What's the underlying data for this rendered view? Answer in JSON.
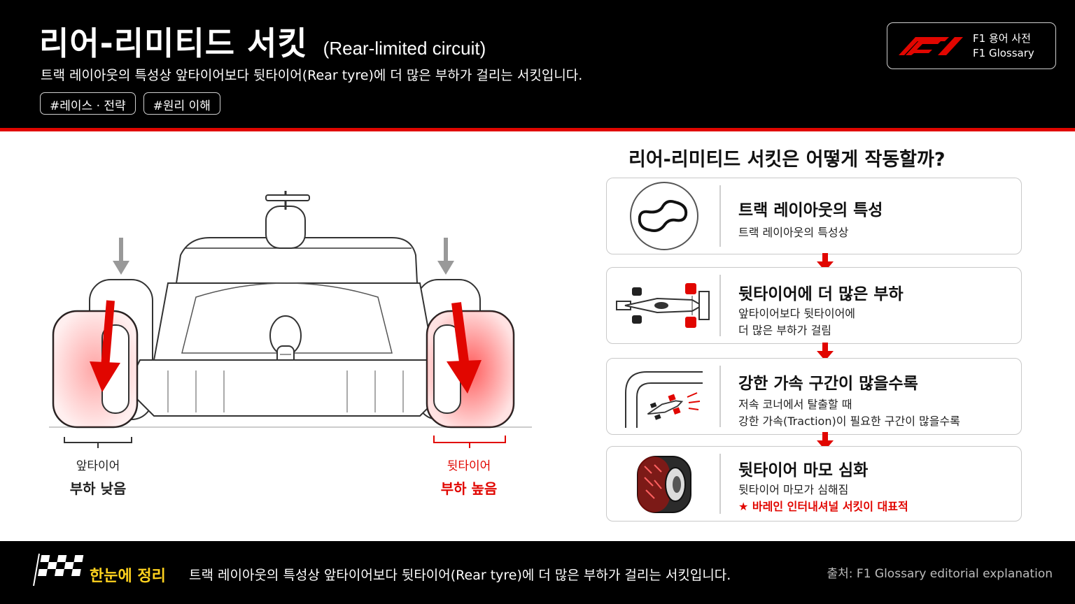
{
  "header": {
    "title": "리어-리미티드 서킷",
    "title_en": "(Rear-limited circuit)",
    "subtitle": "트랙 레이아웃의 특성상 앞타이어보다 뒷타이어(Rear tyre)에 더 많은 부하가 걸리는 서킷입니다.",
    "tags": [
      "#레이스 · 전략",
      "#원리 이해"
    ],
    "glossary": {
      "line1": "F1 용어 사전",
      "line2": "F1 Glossary"
    }
  },
  "car": {
    "front_label": "앞타이어",
    "front_load": "부하 낮음",
    "rear_label": "뒷타이어",
    "rear_load": "부하 높음"
  },
  "panel": {
    "title": "리어-리미티드 서킷은 어떻게 작동할까?",
    "steps": [
      {
        "heading": "트랙 레이아웃의 특성",
        "desc1": "트랙 레이아웃의 특성상",
        "desc2": "",
        "icon": "track-layout-icon"
      },
      {
        "heading": "뒷타이어에 더 많은 부하",
        "desc1": "앞타이어보다 뒷타이어에",
        "desc2": "더 많은 부하가 걸림",
        "icon": "car-topview-icon"
      },
      {
        "heading": "강한 가속 구간이 많을수록",
        "desc1": "저속 코너에서 탈출할 때",
        "desc2": "강한 가속(Traction)이 필요한 구간이 많을수록",
        "icon": "corner-exit-icon"
      },
      {
        "heading": "뒷타이어 마모 심화",
        "desc1": "뒷타이어 마모가 심해짐",
        "desc2": "★ 바레인 인터내셔널 서킷이 대표적",
        "icon": "tyre-wear-icon"
      }
    ]
  },
  "footer": {
    "summary_label": "한눈에 정리",
    "summary_text": "트랙 레이아웃의 특성상 앞타이어보다 뒷타이어(Rear tyre)에 더 많은 부하가 걸리는 서킷입니다.",
    "source": "출처: F1 Glossary editorial explanation"
  },
  "colors": {
    "accent": "#e10600",
    "header_bg": "#000000",
    "highlight": "#ffd21e"
  }
}
